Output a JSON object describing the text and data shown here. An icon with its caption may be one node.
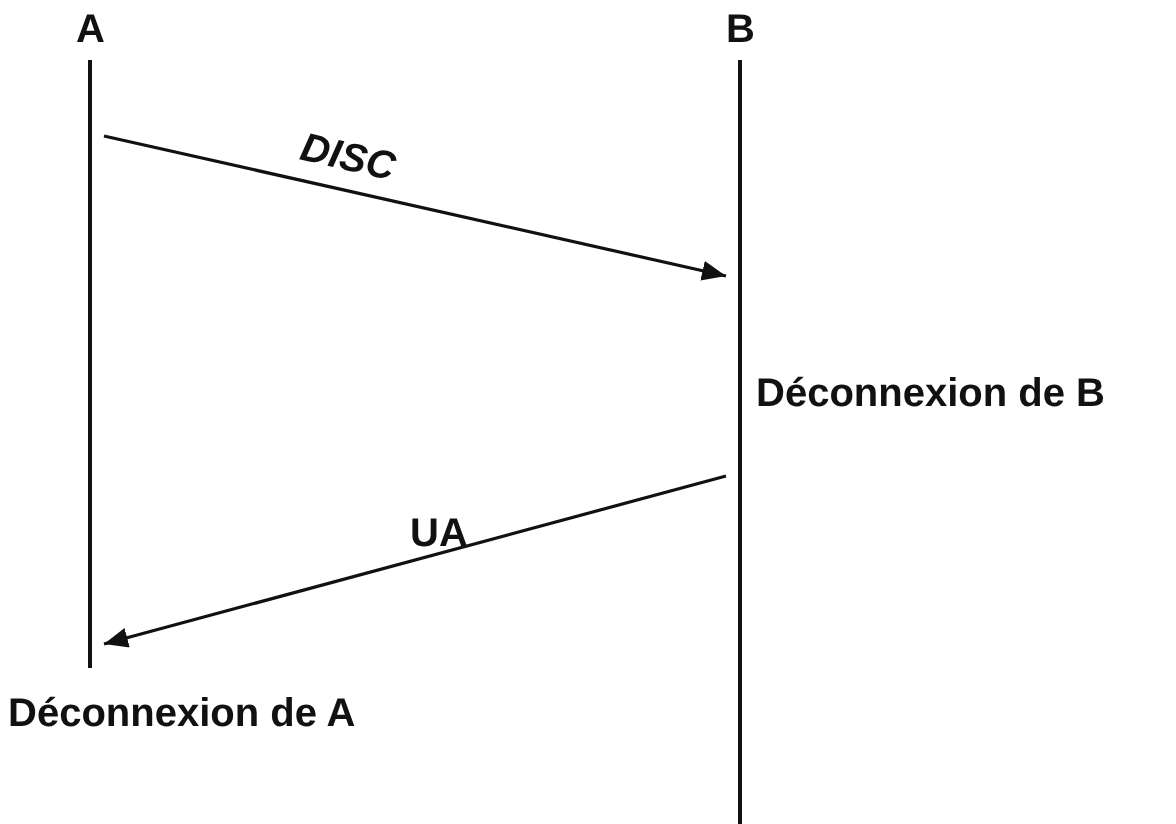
{
  "diagram": {
    "nodes": [
      {
        "text": [
          "A"
        ]
      },
      {
        "text": [
          "B"
        ]
      }
    ],
    "edges": [
      {
        "from": 0,
        "to": 1,
        "arrow": "to",
        "label": "DISC"
      },
      {
        "from": 1,
        "to": 0,
        "arrow": "to",
        "label": "UA"
      }
    ],
    "labels": [
      "Déconnexion de B",
      "Déconnexion de A"
    ]
  }
}
